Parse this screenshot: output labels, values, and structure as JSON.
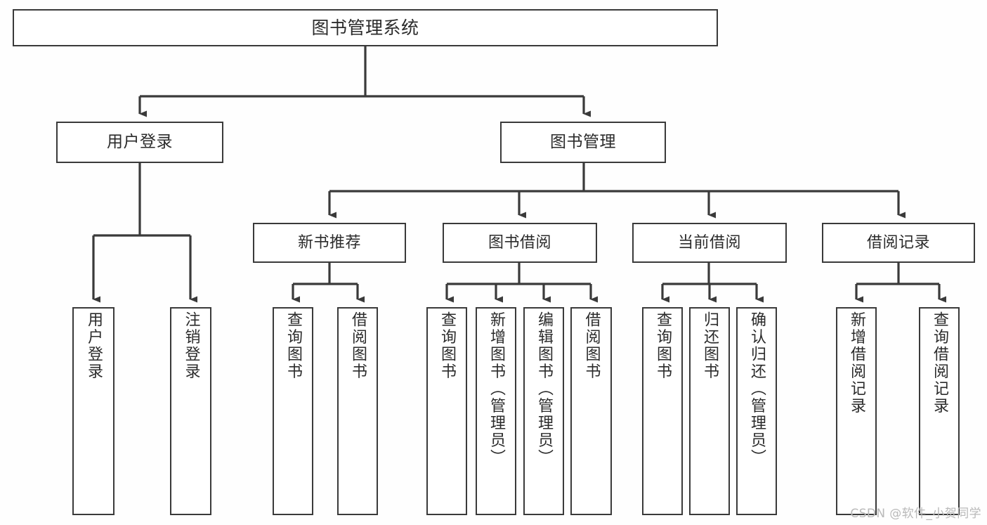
{
  "diagram": {
    "title": "图书管理系统",
    "type": "tree-hierarchy",
    "colors": {
      "background": "#fefefe",
      "line": "#3a3a3a",
      "box_fill": "#ffffff",
      "text": "#2b2b2b",
      "watermark": "#b9b9b9"
    },
    "root": {
      "label": "图书管理系统"
    },
    "level1": [
      {
        "label": "用户登录"
      },
      {
        "label": "图书管理"
      }
    ],
    "level2": [
      {
        "label": "新书推荐"
      },
      {
        "label": "图书借阅"
      },
      {
        "label": "当前借阅"
      },
      {
        "label": "借阅记录"
      }
    ],
    "leaves": {
      "user_login": [
        {
          "label": "用户登录"
        },
        {
          "label": "注销登录"
        }
      ],
      "new_book_recommend": [
        {
          "label": "查询图书"
        },
        {
          "label": "借阅图书"
        }
      ],
      "book_borrow": [
        {
          "label": "查询图书"
        },
        {
          "label": "新增图书（管理员）"
        },
        {
          "label": "编辑图书（管理员）"
        },
        {
          "label": "借阅图书"
        }
      ],
      "current_borrow": [
        {
          "label": "查询图书"
        },
        {
          "label": "归还图书"
        },
        {
          "label": "确认归还（管理员）"
        }
      ],
      "borrow_record": [
        {
          "label": "新增借阅记录"
        },
        {
          "label": "查询借阅记录"
        }
      ]
    },
    "watermark": "CSDN @软件_小贺同学"
  }
}
